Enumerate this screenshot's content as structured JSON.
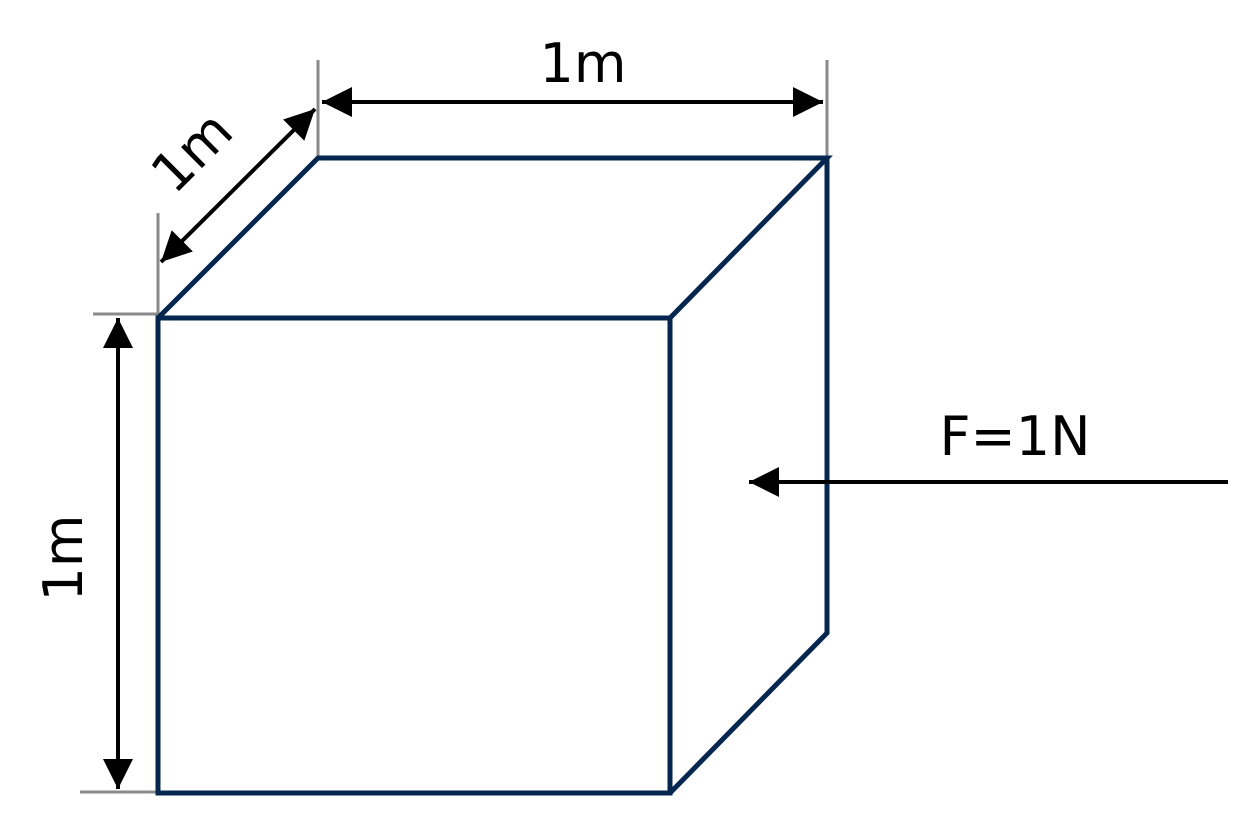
{
  "diagram": {
    "type": "cube-with-force",
    "colors": {
      "cube_edge": "#05264f",
      "dimension_line": "#000000",
      "extension_line": "#8a8a8a",
      "text": "#000000",
      "background": "#ffffff"
    },
    "dimensions": {
      "width_label": "1m",
      "depth_label": "1m",
      "height_label": "1m"
    },
    "force": {
      "label": "F=1N",
      "direction": "left"
    }
  }
}
